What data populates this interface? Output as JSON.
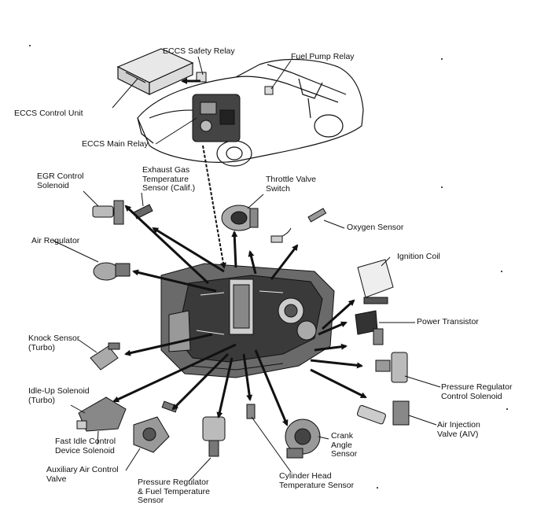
{
  "labels": {
    "ecu": "ECCS Control Unit",
    "safety_relay": "ECCS Safety Relay",
    "fuel_pump_relay": "Fuel Pump Relay",
    "main_relay": "ECCS Main Relay",
    "egr": "EGR Control\nSolenoid",
    "exhaust_temp": "Exhaust Gas\nTemperature\nSensor (Calif.)",
    "throttle": "Throttle Valve\nSwitch",
    "oxygen": "Oxygen Sensor",
    "air_regulator": "Air Regulator",
    "ignition_coil": "Ignition Coil",
    "power_transistor": "Power Transistor",
    "knock": "Knock Sensor\n(Turbo)",
    "pressure_reg_solenoid": "Pressure Regulator\nControl Solenoid",
    "idle_up": "Idle-Up Solenoid\n(Turbo)",
    "air_injection": "Air Injection\nValve (AIV)",
    "fast_idle": "Fast Idle Control\nDevice Solenoid",
    "crank_angle": "Crank\nAngle\nSensor",
    "aux_air": "Auxiliary Air Control\nValve",
    "press_fuel_temp": "Pressure Regulator\n& Fuel Temperature\nSensor",
    "cyl_head_temp": "Cylinder Head\nTemperature Sensor"
  },
  "colors": {
    "ink": "#111111",
    "background": "#ffffff"
  }
}
